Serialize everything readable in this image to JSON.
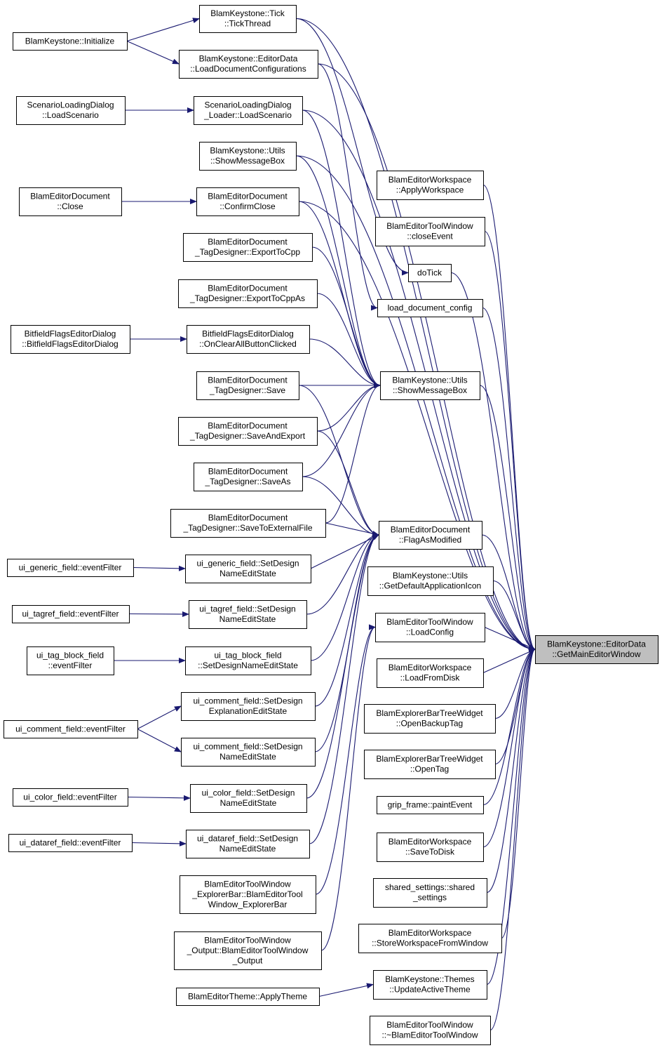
{
  "colors": {
    "edge": "#191970",
    "node_border": "#000000",
    "node_fill": "#ffffff",
    "target_fill": "#bfbfbf"
  },
  "nodes": [
    {
      "id": "n_tick",
      "lines": [
        "BlamKeystone::Tick",
        "::TickThread"
      ]
    },
    {
      "id": "n_init",
      "lines": [
        "BlamKeystone::Initialize"
      ]
    },
    {
      "id": "n_loaddoc",
      "lines": [
        "BlamKeystone::EditorData",
        "::LoadDocumentConfigurations"
      ]
    },
    {
      "id": "n_sld_load",
      "lines": [
        "ScenarioLoadingDialog",
        "::LoadScenario"
      ]
    },
    {
      "id": "n_sldl_load",
      "lines": [
        "ScenarioLoadingDialog",
        "_Loader::LoadScenario"
      ]
    },
    {
      "id": "n_utils_smb_top",
      "lines": [
        "BlamKeystone::Utils",
        "::ShowMessageBox"
      ]
    },
    {
      "id": "n_ws_apply",
      "lines": [
        "BlamEditorWorkspace",
        "::ApplyWorkspace"
      ]
    },
    {
      "id": "n_doc_close",
      "lines": [
        "BlamEditorDocument",
        "::Close"
      ]
    },
    {
      "id": "n_doc_confirm",
      "lines": [
        "BlamEditorDocument",
        "::ConfirmClose"
      ]
    },
    {
      "id": "n_tw_close",
      "lines": [
        "BlamEditorToolWindow",
        "::closeEvent"
      ]
    },
    {
      "id": "n_td_cpp",
      "lines": [
        "BlamEditorDocument",
        "_TagDesigner::ExportToCpp"
      ]
    },
    {
      "id": "n_dotick",
      "lines": [
        "doTick"
      ]
    },
    {
      "id": "n_td_cppas",
      "lines": [
        "BlamEditorDocument",
        "_TagDesigner::ExportToCppAs"
      ]
    },
    {
      "id": "n_loadcfg",
      "lines": [
        "load_document_config"
      ]
    },
    {
      "id": "n_bf_dialog",
      "lines": [
        "BitfieldFlagsEditorDialog",
        "::BitfieldFlagsEditorDialog"
      ]
    },
    {
      "id": "n_bf_clear",
      "lines": [
        "BitfieldFlagsEditorDialog",
        "::OnClearAllButtonClicked"
      ]
    },
    {
      "id": "n_td_save",
      "lines": [
        "BlamEditorDocument",
        "_TagDesigner::Save"
      ]
    },
    {
      "id": "n_utils_smb",
      "lines": [
        "BlamKeystone::Utils",
        "::ShowMessageBox"
      ]
    },
    {
      "id": "n_td_saveexp",
      "lines": [
        "BlamEditorDocument",
        "_TagDesigner::SaveAndExport"
      ]
    },
    {
      "id": "n_td_saveas",
      "lines": [
        "BlamEditorDocument",
        "_TagDesigner::SaveAs"
      ]
    },
    {
      "id": "n_td_saveext",
      "lines": [
        "BlamEditorDocument",
        "_TagDesigner::SaveToExternalFile"
      ]
    },
    {
      "id": "n_flag",
      "lines": [
        "BlamEditorDocument",
        "::FlagAsModified"
      ]
    },
    {
      "id": "n_gen_ef",
      "lines": [
        "ui_generic_field::eventFilter"
      ]
    },
    {
      "id": "n_gen_sd",
      "lines": [
        "ui_generic_field::SetDesign",
        "NameEditState"
      ]
    },
    {
      "id": "n_icon",
      "lines": [
        "BlamKeystone::Utils",
        "::GetDefaultApplicationIcon"
      ]
    },
    {
      "id": "n_tagref_ef",
      "lines": [
        "ui_tagref_field::eventFilter"
      ]
    },
    {
      "id": "n_tagref_sd",
      "lines": [
        "ui_tagref_field::SetDesign",
        "NameEditState"
      ]
    },
    {
      "id": "n_tw_loadcfg",
      "lines": [
        "BlamEditorToolWindow",
        "::LoadConfig"
      ]
    },
    {
      "id": "n_target",
      "lines": [
        "BlamKeystone::EditorData",
        "::GetMainEditorWindow"
      ],
      "target": true
    },
    {
      "id": "n_tb_ef",
      "lines": [
        "ui_tag_block_field",
        "::eventFilter"
      ]
    },
    {
      "id": "n_tb_sd",
      "lines": [
        "ui_tag_block_field",
        "::SetDesignNameEditState"
      ]
    },
    {
      "id": "n_ws_loaddisk",
      "lines": [
        "BlamEditorWorkspace",
        "::LoadFromDisk"
      ]
    },
    {
      "id": "n_cm_sde",
      "lines": [
        "ui_comment_field::SetDesign",
        "ExplanationEditState"
      ]
    },
    {
      "id": "n_etw_backup",
      "lines": [
        "BlamExplorerBarTreeWidget",
        "::OpenBackupTag"
      ]
    },
    {
      "id": "n_cm_ef",
      "lines": [
        "ui_comment_field::eventFilter"
      ]
    },
    {
      "id": "n_cm_sdn",
      "lines": [
        "ui_comment_field::SetDesign",
        "NameEditState"
      ]
    },
    {
      "id": "n_etw_open",
      "lines": [
        "BlamExplorerBarTreeWidget",
        "::OpenTag"
      ]
    },
    {
      "id": "n_col_ef",
      "lines": [
        "ui_color_field::eventFilter"
      ]
    },
    {
      "id": "n_col_sd",
      "lines": [
        "ui_color_field::SetDesign",
        "NameEditState"
      ]
    },
    {
      "id": "n_grip",
      "lines": [
        "grip_frame::paintEvent"
      ]
    },
    {
      "id": "n_dr_ef",
      "lines": [
        "ui_dataref_field::eventFilter"
      ]
    },
    {
      "id": "n_dr_sd",
      "lines": [
        "ui_dataref_field::SetDesign",
        "NameEditState"
      ]
    },
    {
      "id": "n_ws_savedisk",
      "lines": [
        "BlamEditorWorkspace",
        "::SaveToDisk"
      ]
    },
    {
      "id": "n_tw_explorer",
      "lines": [
        "BlamEditorToolWindow",
        "_ExplorerBar::BlamEditorTool",
        "Window_ExplorerBar"
      ]
    },
    {
      "id": "n_shared",
      "lines": [
        "shared_settings::shared",
        "_settings"
      ]
    },
    {
      "id": "n_ws_store",
      "lines": [
        "BlamEditorWorkspace",
        "::StoreWorkspaceFromWindow"
      ]
    },
    {
      "id": "n_tw_output",
      "lines": [
        "BlamEditorToolWindow",
        "_Output::BlamEditorToolWindow",
        "_Output"
      ]
    },
    {
      "id": "n_themes",
      "lines": [
        "BlamKeystone::Themes",
        "::UpdateActiveTheme"
      ]
    },
    {
      "id": "n_theme_apply",
      "lines": [
        "BlamEditorTheme::ApplyTheme"
      ]
    },
    {
      "id": "n_tw_dtor",
      "lines": [
        "BlamEditorToolWindow",
        "::~BlamEditorToolWindow"
      ]
    }
  ],
  "edges": [
    [
      "n_init",
      "n_tick"
    ],
    [
      "n_init",
      "n_loaddoc"
    ],
    [
      "n_sld_load",
      "n_sldl_load"
    ],
    [
      "n_doc_close",
      "n_doc_confirm"
    ],
    [
      "n_bf_dialog",
      "n_bf_clear"
    ],
    [
      "n_gen_ef",
      "n_gen_sd"
    ],
    [
      "n_tagref_ef",
      "n_tagref_sd"
    ],
    [
      "n_tb_ef",
      "n_tb_sd"
    ],
    [
      "n_cm_ef",
      "n_cm_sde"
    ],
    [
      "n_cm_ef",
      "n_cm_sdn"
    ],
    [
      "n_col_ef",
      "n_col_sd"
    ],
    [
      "n_dr_ef",
      "n_dr_sd"
    ],
    [
      "n_theme_apply",
      "n_themes"
    ],
    [
      "n_tick",
      "n_dotick"
    ],
    [
      "n_loaddoc",
      "n_loadcfg"
    ],
    [
      "n_sldl_load",
      "n_utils_smb"
    ],
    [
      "n_utils_smb_top",
      "n_utils_smb"
    ],
    [
      "n_doc_confirm",
      "n_utils_smb"
    ],
    [
      "n_td_cpp",
      "n_utils_smb"
    ],
    [
      "n_td_cppas",
      "n_utils_smb"
    ],
    [
      "n_bf_clear",
      "n_utils_smb"
    ],
    [
      "n_td_save",
      "n_utils_smb"
    ],
    [
      "n_td_saveexp",
      "n_utils_smb"
    ],
    [
      "n_td_saveas",
      "n_utils_smb"
    ],
    [
      "n_td_saveext",
      "n_utils_smb"
    ],
    [
      "n_td_save",
      "n_flag"
    ],
    [
      "n_td_saveexp",
      "n_flag"
    ],
    [
      "n_td_saveas",
      "n_flag"
    ],
    [
      "n_td_saveext",
      "n_flag"
    ],
    [
      "n_gen_sd",
      "n_flag"
    ],
    [
      "n_tagref_sd",
      "n_flag"
    ],
    [
      "n_tb_sd",
      "n_flag"
    ],
    [
      "n_cm_sde",
      "n_flag"
    ],
    [
      "n_cm_sdn",
      "n_flag"
    ],
    [
      "n_col_sd",
      "n_flag"
    ],
    [
      "n_dr_sd",
      "n_flag"
    ],
    [
      "n_tw_explorer",
      "n_tw_loadcfg"
    ],
    [
      "n_tw_output",
      "n_tw_loadcfg"
    ],
    [
      "n_tick",
      "n_target"
    ],
    [
      "n_loaddoc",
      "n_target"
    ],
    [
      "n_sldl_load",
      "n_target"
    ],
    [
      "n_utils_smb_top",
      "n_target"
    ],
    [
      "n_doc_confirm",
      "n_target"
    ],
    [
      "n_ws_apply",
      "n_target"
    ],
    [
      "n_tw_close",
      "n_target"
    ],
    [
      "n_dotick",
      "n_target"
    ],
    [
      "n_loadcfg",
      "n_target"
    ],
    [
      "n_utils_smb",
      "n_target"
    ],
    [
      "n_flag",
      "n_target"
    ],
    [
      "n_icon",
      "n_target"
    ],
    [
      "n_tw_loadcfg",
      "n_target"
    ],
    [
      "n_ws_loaddisk",
      "n_target"
    ],
    [
      "n_etw_backup",
      "n_target"
    ],
    [
      "n_etw_open",
      "n_target"
    ],
    [
      "n_grip",
      "n_target"
    ],
    [
      "n_ws_savedisk",
      "n_target"
    ],
    [
      "n_shared",
      "n_target"
    ],
    [
      "n_ws_store",
      "n_target"
    ],
    [
      "n_themes",
      "n_target"
    ],
    [
      "n_tw_dtor",
      "n_target"
    ]
  ]
}
